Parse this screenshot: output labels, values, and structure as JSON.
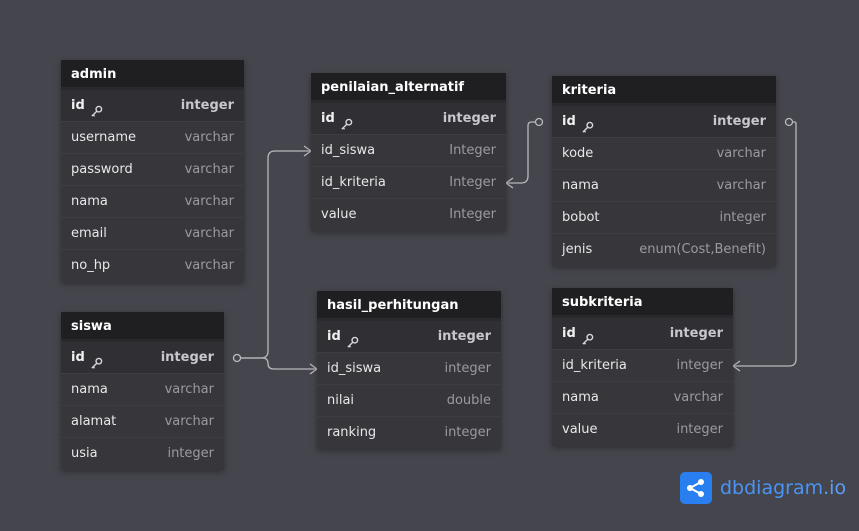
{
  "brand": {
    "name": "dbdiagram",
    "suffix": ".io"
  },
  "colors": {
    "background": "#45454d",
    "header": "#1f1f21",
    "body": "#36363b",
    "connector": "#b8b8bd",
    "brand": "#2a7ff0"
  },
  "tables": [
    {
      "id": "admin",
      "name": "admin",
      "fields": [
        {
          "name": "id",
          "type": "integer",
          "pk": true
        },
        {
          "name": "username",
          "type": "varchar"
        },
        {
          "name": "password",
          "type": "varchar"
        },
        {
          "name": "nama",
          "type": "varchar"
        },
        {
          "name": "email",
          "type": "varchar"
        },
        {
          "name": "no_hp",
          "type": "varchar"
        }
      ]
    },
    {
      "id": "siswa",
      "name": "siswa",
      "fields": [
        {
          "name": "id",
          "type": "integer",
          "pk": true
        },
        {
          "name": "nama",
          "type": "varchar"
        },
        {
          "name": "alamat",
          "type": "varchar"
        },
        {
          "name": "usia",
          "type": "integer"
        }
      ]
    },
    {
      "id": "penilaian_alternatif",
      "name": "penilaian_alternatif",
      "fields": [
        {
          "name": "id",
          "type": "integer",
          "pk": true
        },
        {
          "name": "id_siswa",
          "type": "Integer"
        },
        {
          "name": "id_kriteria",
          "type": "Integer"
        },
        {
          "name": "value",
          "type": "Integer"
        }
      ]
    },
    {
      "id": "hasil_perhitungan",
      "name": "hasil_perhitungan",
      "fields": [
        {
          "name": "id",
          "type": "integer",
          "pk": true
        },
        {
          "name": "id_siswa",
          "type": "integer"
        },
        {
          "name": "nilai",
          "type": "double"
        },
        {
          "name": "ranking",
          "type": "integer"
        }
      ]
    },
    {
      "id": "kriteria",
      "name": "kriteria",
      "fields": [
        {
          "name": "id",
          "type": "integer",
          "pk": true
        },
        {
          "name": "kode",
          "type": "varchar"
        },
        {
          "name": "nama",
          "type": "varchar"
        },
        {
          "name": "bobot",
          "type": "integer"
        },
        {
          "name": "jenis",
          "type": "enum(Cost,Benefit)"
        }
      ]
    },
    {
      "id": "subkriteria",
      "name": "subkriteria",
      "fields": [
        {
          "name": "id",
          "type": "integer",
          "pk": true
        },
        {
          "name": "id_kriteria",
          "type": "integer"
        },
        {
          "name": "nama",
          "type": "varchar"
        },
        {
          "name": "value",
          "type": "integer"
        }
      ]
    }
  ],
  "relations": [
    {
      "from_table": "siswa",
      "from_field": "id",
      "to_table": "penilaian_alternatif",
      "to_field": "id_siswa",
      "cardinality": "one-to-many"
    },
    {
      "from_table": "siswa",
      "from_field": "id",
      "to_table": "hasil_perhitungan",
      "to_field": "id_siswa",
      "cardinality": "one-to-many"
    },
    {
      "from_table": "kriteria",
      "from_field": "id",
      "to_table": "penilaian_alternatif",
      "to_field": "id_kriteria",
      "cardinality": "one-to-many"
    },
    {
      "from_table": "kriteria",
      "from_field": "id",
      "to_table": "subkriteria",
      "to_field": "id_kriteria",
      "cardinality": "one-to-many"
    }
  ]
}
